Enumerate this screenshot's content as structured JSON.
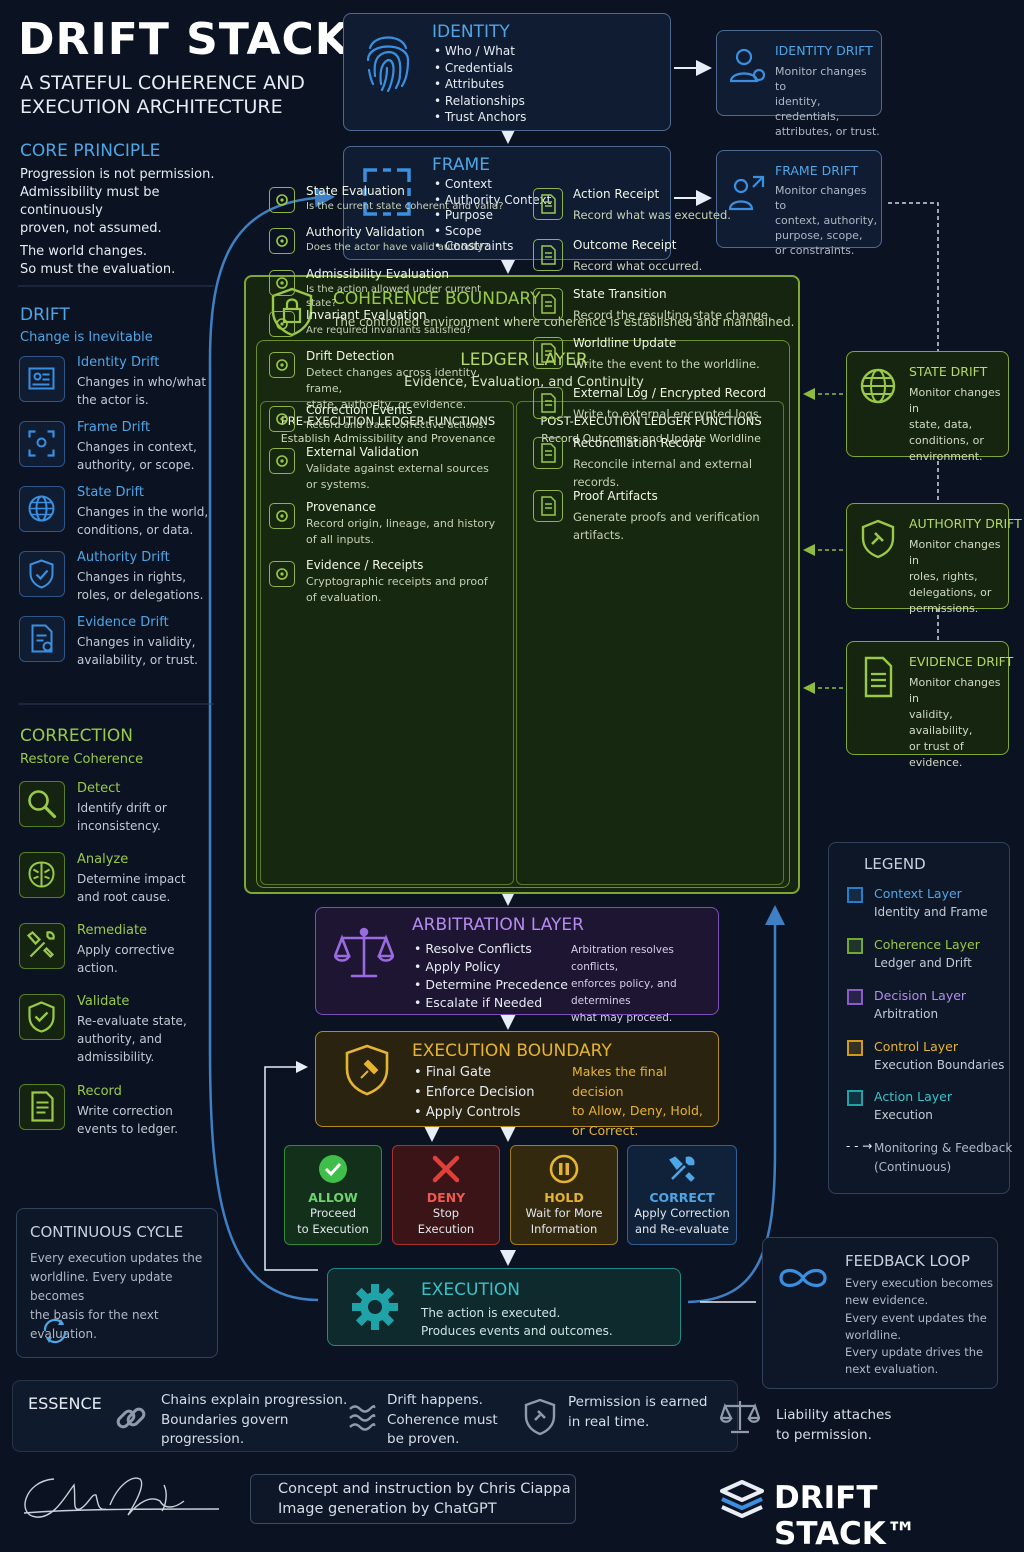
{
  "header": {
    "title": "DRIFT STACK™",
    "subtitle_line1": "A STATEFUL COHERENCE AND",
    "subtitle_line2": "EXECUTION ARCHITECTURE"
  },
  "core_principle": {
    "heading": "CORE PRINCIPLE",
    "line1": "Progression is not permission.",
    "line2": "Admissibility must be continuously",
    "line3": "proven, not assumed.",
    "line4": "The world changes.",
    "line5": "So must the evaluation."
  },
  "drift": {
    "heading": "DRIFT",
    "subheading": "Change is Inevitable",
    "items": [
      {
        "name": "Identity Drift",
        "desc1": "Changes in who/what",
        "desc2": "the actor is."
      },
      {
        "name": "Frame Drift",
        "desc1": "Changes in context,",
        "desc2": "authority, or scope."
      },
      {
        "name": "State Drift",
        "desc1": "Changes in the world,",
        "desc2": "conditions, or data."
      },
      {
        "name": "Authority Drift",
        "desc1": "Changes in rights,",
        "desc2": "roles, or delegations."
      },
      {
        "name": "Evidence Drift",
        "desc1": "Changes in validity,",
        "desc2": "availability, or trust."
      }
    ]
  },
  "correction": {
    "heading": "CORRECTION",
    "subheading": "Restore Coherence",
    "items": [
      {
        "name": "Detect",
        "desc1": "Identify drift or",
        "desc2": "inconsistency.",
        "desc3": ""
      },
      {
        "name": "Analyze",
        "desc1": "Determine impact",
        "desc2": "and root cause.",
        "desc3": ""
      },
      {
        "name": "Remediate",
        "desc1": "Apply corrective",
        "desc2": "action.",
        "desc3": ""
      },
      {
        "name": "Validate",
        "desc1": "Re-evaluate state,",
        "desc2": "authority, and",
        "desc3": "admissibility."
      },
      {
        "name": "Record",
        "desc1": "Write correction",
        "desc2": "events to ledger.",
        "desc3": ""
      }
    ]
  },
  "continuous_cycle": {
    "heading": "CONTINUOUS CYCLE",
    "line1": "Every execution updates the",
    "line2": "worldline. Every update becomes",
    "line3": "the basis for the next evaluation."
  },
  "identity": {
    "heading": "IDENTITY",
    "items": [
      "Who / What",
      "Credentials",
      "Attributes",
      "Relationships",
      "Trust Anchors"
    ]
  },
  "frame": {
    "heading": "FRAME",
    "items": [
      "Context",
      "Authority Context",
      "Purpose",
      "Scope",
      "Constraints"
    ]
  },
  "identity_drift": {
    "heading": "IDENTITY DRIFT",
    "line1": "Monitor changes to",
    "line2": "identity, credentials,",
    "line3": "attributes, or trust."
  },
  "frame_drift": {
    "heading": "FRAME DRIFT",
    "line1": "Monitor changes to",
    "line2": "context, authority,",
    "line3": "purpose, scope,",
    "line4": "or constraints."
  },
  "coherence": {
    "heading": "COHERENCE BOUNDARY",
    "desc": "The controlled environment where coherence is established and maintained."
  },
  "ledger": {
    "heading": "LEDGER LAYER",
    "subheading": "Evidence, Evaluation, and Continuity",
    "pre_heading": "PRE-EXECUTION LEDGER FUNCTIONS",
    "pre_sub": "Establish Admissibility and Provenance",
    "post_heading": "POST-EXECUTION LEDGER FUNCTIONS",
    "post_sub": "Record Outcomes and Update Worldline",
    "pre_items": [
      {
        "title": "State Evaluation",
        "d1": "Is the current state coherent and valid?",
        "d2": ""
      },
      {
        "title": "Authority Validation",
        "d1": "Does the actor have valid authority?",
        "d2": ""
      },
      {
        "title": "Admissibility Evaluation",
        "d1": "Is the action allowed under current state?",
        "d2": ""
      },
      {
        "title": "Invariant Evaluation",
        "d1": "Are required invariants satisfied?",
        "d2": ""
      },
      {
        "title": "Drift Detection",
        "d1": "Detect changes across identity, frame,",
        "d2": "state, authority, or evidence."
      },
      {
        "title": "Correction Events",
        "d1": "Record and track corrective actions.",
        "d2": ""
      },
      {
        "title": "External Validation",
        "d1": "Validate against external sources",
        "d2": "or systems."
      },
      {
        "title": "Provenance",
        "d1": "Record origin, lineage, and history",
        "d2": "of all inputs."
      },
      {
        "title": "Evidence / Receipts",
        "d1": "Cryptographic receipts and proof",
        "d2": "of evaluation."
      }
    ],
    "post_items": [
      {
        "title": "Action Receipt",
        "d1": "Record what was executed.",
        "d2": ""
      },
      {
        "title": "Outcome Receipt",
        "d1": "Record what occurred.",
        "d2": ""
      },
      {
        "title": "State Transition",
        "d1": "Record the resulting state change.",
        "d2": ""
      },
      {
        "title": "Worldline Update",
        "d1": "Write the event to the worldline.",
        "d2": ""
      },
      {
        "title": "External Log / Encrypted Record",
        "d1": "Write to external encrypted logs.",
        "d2": ""
      },
      {
        "title": "Reconciliation Record",
        "d1": "Reconcile internal and external records.",
        "d2": ""
      },
      {
        "title": "Proof Artifacts",
        "d1": "Generate proofs and verification",
        "d2": "artifacts."
      }
    ]
  },
  "right_drifts": [
    {
      "heading": "STATE DRIFT",
      "l1": "Monitor changes in",
      "l2": "state, data,",
      "l3": "conditions, or",
      "l4": "environment."
    },
    {
      "heading": "AUTHORITY DRIFT",
      "l1": "Monitor changes in",
      "l2": "roles, rights,",
      "l3": "delegations, or",
      "l4": "permissions."
    },
    {
      "heading": "EVIDENCE DRIFT",
      "l1": "Monitor changes in",
      "l2": "validity, availability,",
      "l3": "or trust of",
      "l4": "evidence."
    }
  ],
  "arbitration": {
    "heading": "ARBITRATION LAYER",
    "items": [
      "Resolve Conflicts",
      "Apply Policy",
      "Determine Precedence",
      "Escalate if Needed"
    ],
    "note1": "Arbitration resolves conflicts,",
    "note2": "enforces policy, and determines",
    "note3": "what may proceed."
  },
  "execution_boundary": {
    "heading": "EXECUTION BOUNDARY",
    "items": [
      "Final Gate",
      "Enforce Decision",
      "Apply Controls"
    ],
    "note1": "Makes the final decision",
    "note2": "to Allow, Deny, Hold,",
    "note3": "or Correct."
  },
  "outcomes": [
    {
      "label": "ALLOW",
      "s1": "Proceed",
      "s2": "to Execution",
      "color": "#3fbf4a"
    },
    {
      "label": "DENY",
      "s1": "Stop",
      "s2": "Execution",
      "color": "#e0403a"
    },
    {
      "label": "HOLD",
      "s1": "Wait for More",
      "s2": "Information",
      "color": "#e6b430"
    },
    {
      "label": "CORRECT",
      "s1": "Apply Correction",
      "s2": "and Re-evaluate",
      "color": "#4fa6e6"
    }
  ],
  "execution": {
    "heading": "EXECUTION",
    "line1": "The action is executed.",
    "line2": "Produces events and outcomes."
  },
  "legend": {
    "heading": "LEGEND",
    "items": [
      {
        "name": "Context Layer",
        "desc": "Identity and Frame",
        "color": "#2a7cc7"
      },
      {
        "name": "Coherence Layer",
        "desc": "Ledger and Drift",
        "color": "#6fa832"
      },
      {
        "name": "Decision Layer",
        "desc": "Arbitration",
        "color": "#8a5cc8"
      },
      {
        "name": "Control Layer",
        "desc": "Execution Boundaries",
        "color": "#d19a1e"
      },
      {
        "name": "Action Layer",
        "desc": "Execution",
        "color": "#1fa3a8"
      }
    ],
    "monitor1": "Monitoring & Feedback",
    "monitor2": "(Continuous)"
  },
  "feedback": {
    "heading": "FEEDBACK LOOP",
    "l1": "Every execution becomes",
    "l2": "new evidence.",
    "l3": "Every event updates the",
    "l4": "worldline.",
    "l5": "Every update drives the",
    "l6": "next evaluation."
  },
  "essence": {
    "heading": "ESSENCE",
    "items": [
      {
        "l1": "Chains explain progression.",
        "l2": "Boundaries govern",
        "l3": "progression."
      },
      {
        "l1": "Drift happens.",
        "l2": "Coherence must",
        "l3": "be proven."
      },
      {
        "l1": "Permission is earned",
        "l2": "in real time.",
        "l3": ""
      },
      {
        "l1": "Liability attaches",
        "l2": "to permission.",
        "l3": ""
      }
    ]
  },
  "footer": {
    "credit1": "Concept and instruction by Chris Ciappa",
    "credit2": "Image generation by ChatGPT",
    "brand": "DRIFT STACK™"
  },
  "colors": {
    "context": "#4fa6e6",
    "coherence": "#9ac947",
    "decision": "#b58cf0",
    "control": "#e6b430",
    "action": "#3bc1c8"
  }
}
